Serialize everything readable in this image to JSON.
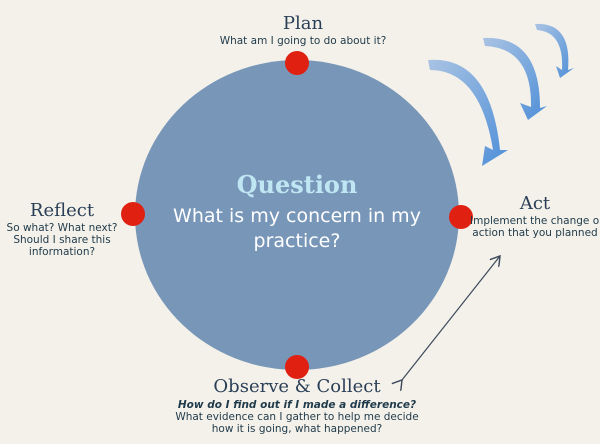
{
  "center": {
    "title": "Question",
    "subtitle_line1": "What is my concern in my",
    "subtitle_line2": "practice?"
  },
  "plan": {
    "title": "Plan",
    "desc": "What am I going to do about it?"
  },
  "act": {
    "title": "Act",
    "desc_line1": "Implement the change or",
    "desc_line2": "action that you planned"
  },
  "observe": {
    "title": "Observe & Collect",
    "question": "How do I find out if I made a difference?",
    "desc_line1": "What evidence can I gather to help me decide",
    "desc_line2": "how it is going, what happened?"
  },
  "reflect": {
    "title": "Reflect",
    "desc_line1": "So what? What next?",
    "desc_line2": "Should I share this",
    "desc_line3": "information?"
  },
  "colors": {
    "circle": "#7896b8",
    "dot": "#e02010",
    "arrow": "#5b95d6"
  }
}
